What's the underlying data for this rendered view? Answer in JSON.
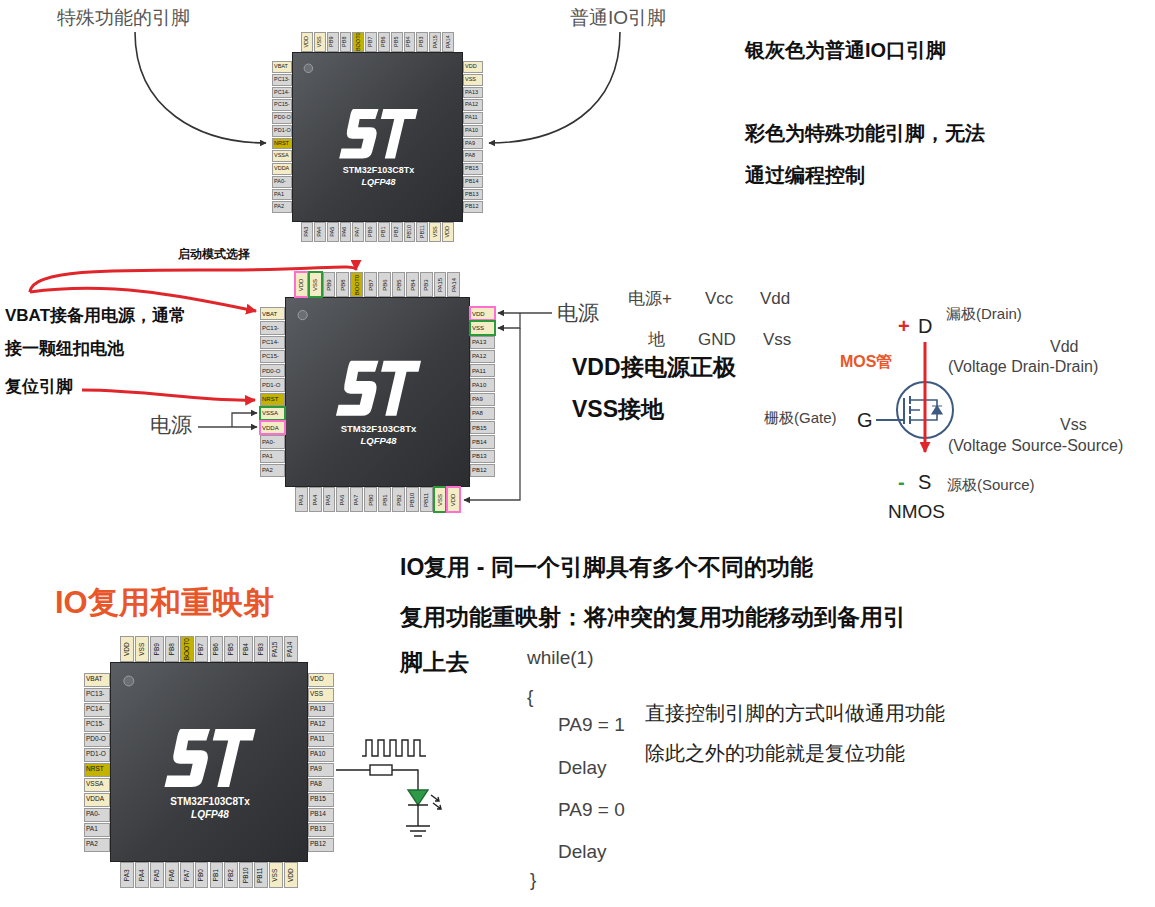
{
  "diagram": {
    "title": "IO复用和重映射",
    "nodes": [
      {
        "text": [
          "STM32F103C8Tx",
          "LQFP48"
        ]
      },
      {
        "text": [
          "STM32F103C8Tx",
          "LQFP48"
        ]
      },
      {
        "text": [
          "STM32F103C8Tx",
          "LQFP48"
        ]
      }
    ],
    "labels": [
      "VDD",
      "VSS",
      "PB9",
      "PB8",
      "BOOT0",
      "PB7",
      "PB6",
      "PB5",
      "PB4",
      "PB3",
      "PA15",
      "PA14",
      "VBAT",
      "PC13-",
      "PC14-",
      "PC15-",
      "PD0-O",
      "PD1-O",
      "NRST",
      "VSSA",
      "VDDA",
      "PA0-",
      "PA1",
      "PA2",
      "VDD",
      "VSS",
      "PA13",
      "PA12",
      "PA11",
      "PA10",
      "PA9",
      "PA8",
      "PB15",
      "PB14",
      "PB13",
      "PB12",
      "PA3",
      "PA4",
      "PA5",
      "PA6",
      "PA7",
      "PB0",
      "PB1",
      "PB2",
      "PB10",
      "PB11",
      "VSS",
      "VDD",
      "VDD",
      "VSS",
      "PB9",
      "PB8",
      "BOOT0",
      "PB7",
      "PB6",
      "PB5",
      "PB4",
      "PB3",
      "PA15",
      "PA14",
      "VBAT",
      "PC13-",
      "PC14-",
      "PC15-",
      "PD0-O",
      "PD1-O",
      "NRST",
      "VSSA",
      "VDDA",
      "PA0-",
      "PA1",
      "PA2",
      "VDD",
      "VSS",
      "PA13",
      "PA12",
      "PA11",
      "PA10",
      "PA9",
      "PA8",
      "PB15",
      "PB14",
      "PB13",
      "PB12",
      "PA3",
      "PA4",
      "PA5",
      "PA6",
      "PA7",
      "PB0",
      "PB1",
      "PB2",
      "PB10",
      "PB11",
      "VSS",
      "VDD",
      "VDD",
      "VSS",
      "PB9",
      "PB8",
      "BOOT0",
      "PB7",
      "PB6",
      "PB5",
      "PB4",
      "PB3",
      "PA15",
      "PA14",
      "VBAT",
      "PC13-",
      "PC14-",
      "PC15-",
      "PD0-O",
      "PD1-O",
      "NRST",
      "VSSA",
      "VDDA",
      "PA0-",
      "PA1",
      "PA2",
      "VDD",
      "VSS",
      "PA13",
      "PA12",
      "PA11",
      "PA10",
      "PA9",
      "PA8",
      "PB15",
      "PB14",
      "PB13",
      "PB12",
      "PA3",
      "PA4",
      "PA5",
      "PA6",
      "PA7",
      "PB0",
      "PB1",
      "PB2",
      "PB10",
      "PB11",
      "VSS",
      "VDD",
      "特殊功能的引脚",
      "普通IO引脚",
      "银灰色为普通IO口引脚",
      "彩色为特殊功能引脚，无法 通过编程控制",
      "启动模式选择",
      "VBAT接备用电源，通常 接一颗纽扣电池",
      "复位引脚",
      "电源",
      "电源",
      "电源+",
      "Vcc",
      "Vdd",
      "地",
      "GND",
      "Vss",
      "VDD接电源正极",
      "VSS接地",
      "+",
      "D",
      "漏极(Drain)",
      "MOS管",
      "Vdd",
      "(Voltage Drain-Drain)",
      "栅极(Gate)",
      "G",
      "Vss",
      "(Voltage Source-Source)",
      "-",
      "S",
      "源极(Source)",
      "NMOS",
      "IO复用 - 同一个引脚具有多个不同的功能",
      "复用功能重映射：将冲突的复用功能移动到备用引 脚上去",
      "while(1)",
      "{",
      "PA9 = 1",
      "Delay",
      "PA9 = 0",
      "Delay",
      "}",
      "直接控制引脚的方式叫做通用功能",
      "除此之外的功能就是复位功能"
    ]
  }
}
